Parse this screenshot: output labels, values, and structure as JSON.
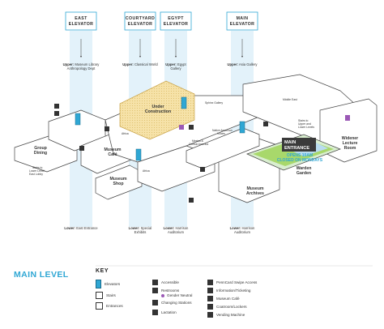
{
  "level_title": "MAIN LEVEL",
  "elevators": [
    {
      "name_line1": "EAST",
      "name_line2": "ELEVATOR",
      "upper_prefix": "Upper:",
      "upper_text1": "Museum Library",
      "upper_text2": "Anthropology Dept",
      "lower_prefix": "Lower:",
      "lower_text1": "East Entrance",
      "lower_text2": ""
    },
    {
      "name_line1": "COURTYARD",
      "name_line2": "ELEVATOR",
      "upper_prefix": "Upper:",
      "upper_text1": "Classical World",
      "upper_text2": "",
      "lower_prefix": "Lower:",
      "lower_text1": "Special",
      "lower_text2": "Exhibits"
    },
    {
      "name_line1": "EGYPT",
      "name_line2": "ELEVATOR",
      "upper_prefix": "Upper:",
      "upper_text1": "Egypt",
      "upper_text2": "Gallery",
      "lower_prefix": "Lower:",
      "lower_text1": "Harrison",
      "lower_text2": "Auditorium"
    },
    {
      "name_line1": "MAIN",
      "name_line2": "ELEVATOR",
      "upper_prefix": "Upper:",
      "upper_text1": "Asia Gallery",
      "upper_text2": "",
      "lower_prefix": "Lower:",
      "lower_text1": "Harrison",
      "lower_text2": "Auditorium"
    }
  ],
  "map_labels": {
    "group_dining_1": "Group",
    "group_dining_2": "Dining",
    "museum_cafe_1": "Museum",
    "museum_cafe_2": "Café",
    "museum_shop_1": "Museum",
    "museum_shop_2": "Shop",
    "under_construction_1": "Under",
    "under_construction_2": "Construction",
    "museum_archives_1": "Museum",
    "museum_archives_2": "Archives",
    "warden_garden_1": "Warden",
    "warden_garden_2": "Garden",
    "widener_1": "Widener",
    "widener_2": "Lecture",
    "widener_3": "Room",
    "main_entrance_1": "MAIN",
    "main_entrance_2": "ENTRANCE",
    "opens_1": "OPENS 10AM",
    "opens_2": "CLOSED ON MONDAYS",
    "stairs_lower_east_1": "Stairs to",
    "stairs_lower_east_2": "Lower Level/",
    "stairs_lower_east_3": "East Lobby",
    "stairs_upper_lower_1": "Stairs to",
    "stairs_upper_lower_2": "Upper and",
    "stairs_upper_lower_3": "Lower Levels",
    "sphinx_gallery": "Sphinx Gallery",
    "middle_east": "Middle East",
    "mexico_central_1": "Mexico &",
    "mexico_central_2": "Central America",
    "native_american_1": "Native American",
    "native_american_2": "Voices",
    "africa_1": "Africa",
    "africa_2": "Africa"
  },
  "key": {
    "title": "KEY",
    "col1": [
      "Elevators",
      "Stairs",
      "Entrances"
    ],
    "col2": [
      "Accessible",
      "Restrooms",
      "Gender Neutral",
      "Changing Stations",
      "Lactation"
    ],
    "col3": [
      "PennCard Swipe Access",
      "Information/Ticketing",
      "Museum Café",
      "Coatroom/Lockers",
      "Vending Machine"
    ]
  },
  "colors": {
    "accent_blue": "#2fa7d4",
    "elevator_shaft": "#d6ecf7",
    "construction": "#f6e2a8",
    "garden": "#a8d86b",
    "entrance_box": "#3a3a3a",
    "gender_neutral": "#9b59b6"
  }
}
